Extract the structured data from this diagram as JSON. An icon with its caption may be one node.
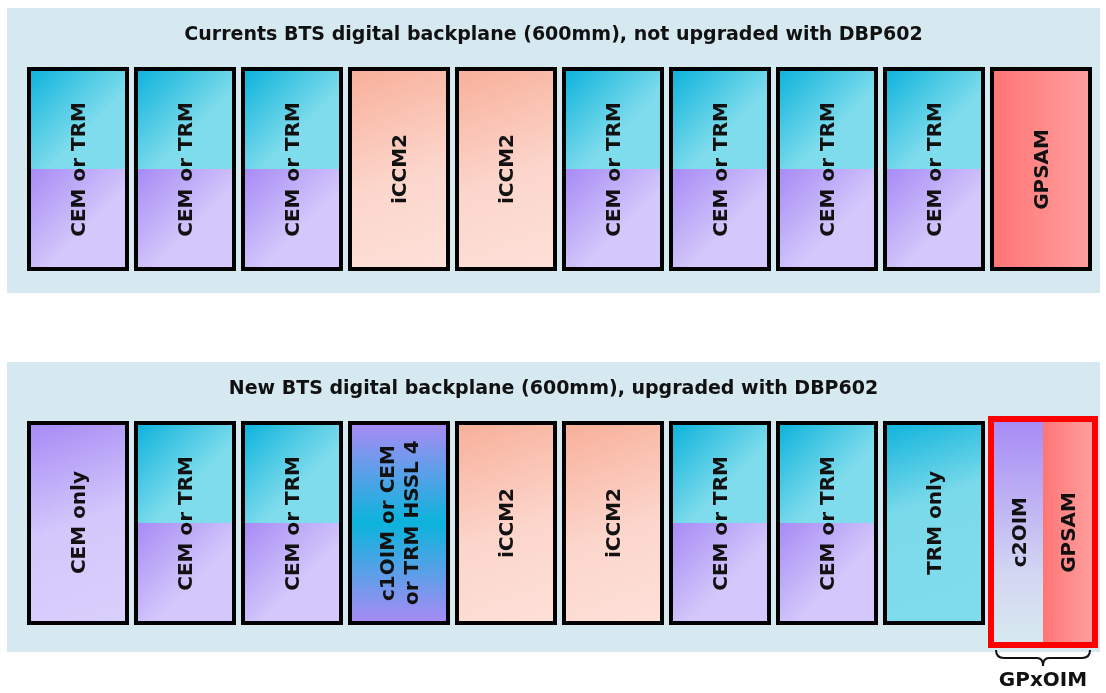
{
  "diagram": {
    "nodes": [
      {
        "text": [
          "Currents BTS digital backplane (600mm), not upgraded with DBP602"
        ]
      },
      {
        "text": [
          "CEM or TRM"
        ],
        "in": 0
      },
      {
        "text": [
          "CEM or TRM"
        ],
        "in": 0
      },
      {
        "text": [
          "CEM or TRM"
        ],
        "in": 0
      },
      {
        "text": [
          "iCCM2"
        ],
        "in": 0
      },
      {
        "text": [
          "iCCM2"
        ],
        "in": 0
      },
      {
        "text": [
          "CEM or TRM"
        ],
        "in": 0
      },
      {
        "text": [
          "CEM or TRM"
        ],
        "in": 0
      },
      {
        "text": [
          "CEM or TRM"
        ],
        "in": 0
      },
      {
        "text": [
          "CEM or TRM"
        ],
        "in": 0
      },
      {
        "text": [
          "GPSAM"
        ],
        "in": 0
      },
      {
        "text": [
          "New BTS digital backplane (600mm), upgraded with DBP602"
        ]
      },
      {
        "text": [
          "CEM only"
        ],
        "in": 11
      },
      {
        "text": [
          "CEM or TRM"
        ],
        "in": 11
      },
      {
        "text": [
          "CEM or TRM"
        ],
        "in": 11
      },
      {
        "text": [
          "c1OIM or CEM or TRM HSSL 4"
        ],
        "in": 11
      },
      {
        "text": [
          "iCCM2"
        ],
        "in": 11
      },
      {
        "text": [
          "iCCM2"
        ],
        "in": 11
      },
      {
        "text": [
          "CEM or TRM"
        ],
        "in": 11
      },
      {
        "text": [
          "CEM or TRM"
        ],
        "in": 11
      },
      {
        "text": [
          "TRM only"
        ],
        "in": 11
      },
      {
        "text": [],
        "shape": "box",
        "in": 11,
        "beside": [
          "GPxOIM"
        ]
      },
      {
        "text": [
          "c2OIM"
        ],
        "in": 21
      },
      {
        "text": [
          "GPSAM"
        ],
        "in": 21
      }
    ]
  }
}
